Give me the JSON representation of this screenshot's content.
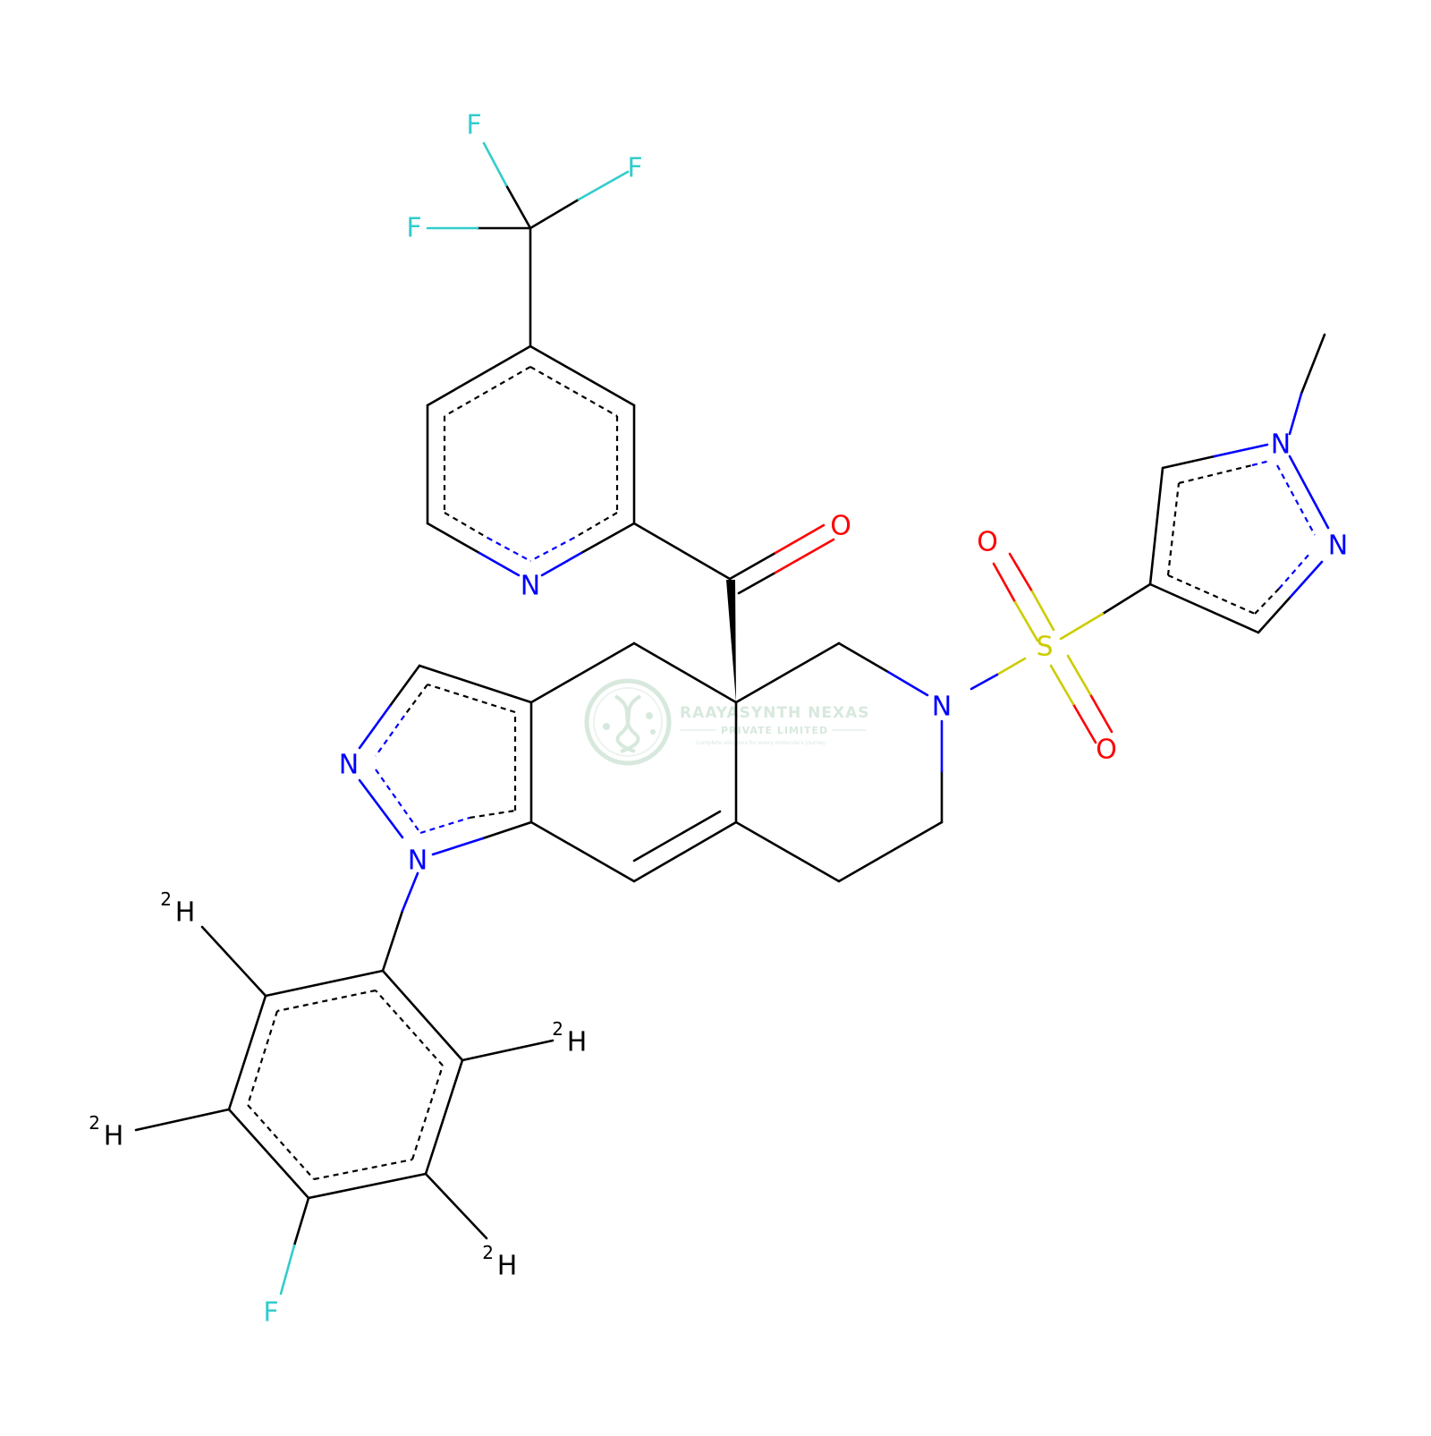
{
  "colors": {
    "bond": "#000000",
    "nitrogen": "#0000FF",
    "oxygen": "#FF0000",
    "fluorine": "#33CCCC",
    "sulfur": "#CCCC00",
    "watermark": "#8fbf9f"
  },
  "atoms": {
    "f_cf3_top": "F",
    "f_cf3_right": "F",
    "f_cf3_left": "F",
    "n_pyridine": "N",
    "o_ketone": "O",
    "o_sulfonyl_top": "O",
    "o_sulfonyl_bottom": "O",
    "s_sulfonyl": "S",
    "n_piperidine": "N",
    "n_pyrazole_methyl": "N",
    "n_pyrazole_ring": "N",
    "n_indazole_top": "N",
    "n_indazole_aryl": "N",
    "f_aryl": "F",
    "h_top": "H",
    "h_right": "H",
    "h_left": "H",
    "h_bottom": "H",
    "isotope": "2"
  },
  "watermark": {
    "title": "RAAYASYNTH NEXAS",
    "subtitle": "PRIVATE LIMITED",
    "tagline": "Complete solutions for every molecule's journey",
    "logo_icon": "dna-helix-icon"
  }
}
